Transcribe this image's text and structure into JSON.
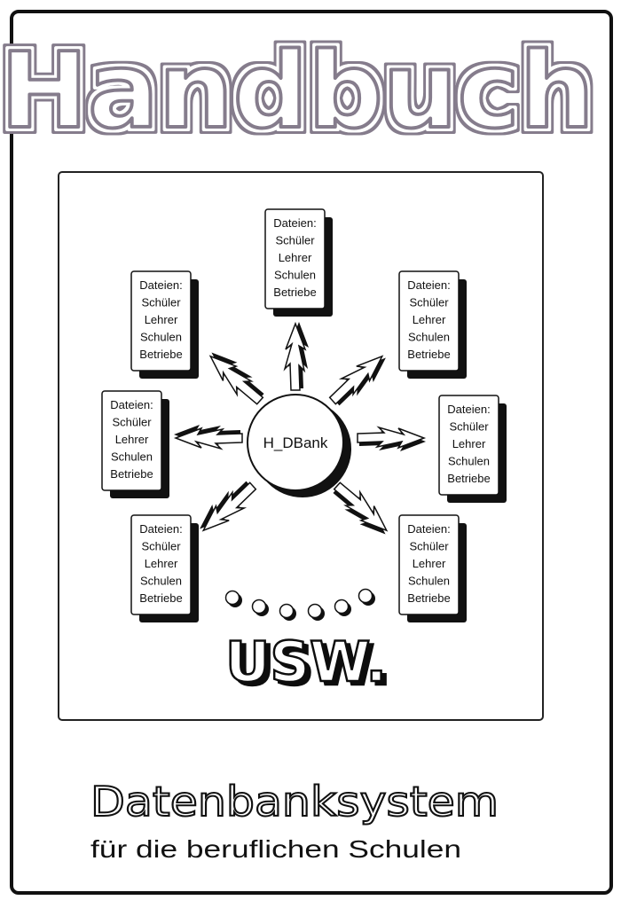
{
  "cover": {
    "title": "Handbuch",
    "subtitle": "Datenbanksystem",
    "tagline": "für die beruflichen Schulen",
    "usw": "USW.",
    "title_color": "#857c8c"
  },
  "diagram": {
    "center_label": "H_DBank",
    "boxes": [
      {
        "position": "top",
        "lines": [
          "Dateien:",
          "Schüler",
          "Lehrer",
          "Schulen",
          "Betriebe"
        ]
      },
      {
        "position": "top-left",
        "lines": [
          "Dateien:",
          "Schüler",
          "Lehrer",
          "Schulen",
          "Betriebe"
        ]
      },
      {
        "position": "top-right",
        "lines": [
          "Dateien:",
          "Schüler",
          "Lehrer",
          "Schulen",
          "Betriebe"
        ]
      },
      {
        "position": "left",
        "lines": [
          "Dateien:",
          "Schüler",
          "Lehrer",
          "Schulen",
          "Betriebe"
        ]
      },
      {
        "position": "right",
        "lines": [
          "Dateien:",
          "Schüler",
          "Lehrer",
          "Schulen",
          "Betriebe"
        ]
      },
      {
        "position": "bottom-left",
        "lines": [
          "Dateien:",
          "Schüler",
          "Lehrer",
          "Schulen",
          "Betriebe"
        ]
      },
      {
        "position": "bottom-right",
        "lines": [
          "Dateien:",
          "Schüler",
          "Lehrer",
          "Schulen",
          "Betriebe"
        ]
      }
    ]
  }
}
